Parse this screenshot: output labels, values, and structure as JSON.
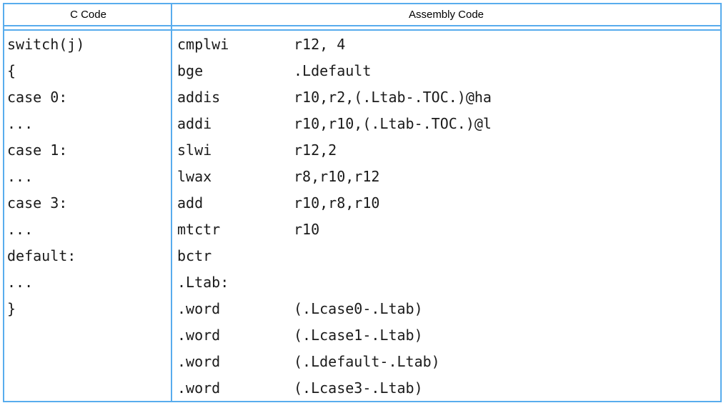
{
  "accent_color": "#58aced",
  "table": {
    "headers": {
      "c": "C Code",
      "assembly": "Assembly Code"
    },
    "c_code": {
      "lines": [
        "switch(j)",
        "{",
        "case 0:",
        "...",
        "case 1:",
        "...",
        "case 3:",
        "...",
        "default:",
        "...",
        "}"
      ]
    },
    "assembly": {
      "lines": [
        {
          "mnemonic": "cmplwi",
          "operands": "r12, 4"
        },
        {
          "mnemonic": "bge",
          "operands": ".Ldefault"
        },
        {
          "mnemonic": "addis",
          "operands": "r10,r2,(.Ltab-.TOC.)@ha"
        },
        {
          "mnemonic": "addi",
          "operands": "r10,r10,(.Ltab-.TOC.)@l"
        },
        {
          "mnemonic": "slwi",
          "operands": "r12,2"
        },
        {
          "mnemonic": "lwax",
          "operands": "r8,r10,r12"
        },
        {
          "mnemonic": "add",
          "operands": "r10,r8,r10"
        },
        {
          "mnemonic": "mtctr",
          "operands": "r10"
        },
        {
          "mnemonic": "bctr",
          "operands": ""
        },
        {
          "mnemonic": ".Ltab:",
          "operands": ""
        },
        {
          "mnemonic": ".word",
          "operands": "(.Lcase0-.Ltab)"
        },
        {
          "mnemonic": ".word",
          "operands": "(.Lcase1-.Ltab)"
        },
        {
          "mnemonic": ".word",
          "operands": "(.Ldefault-.Ltab)"
        },
        {
          "mnemonic": ".word",
          "operands": "(.Lcase3-.Ltab)"
        }
      ]
    }
  }
}
